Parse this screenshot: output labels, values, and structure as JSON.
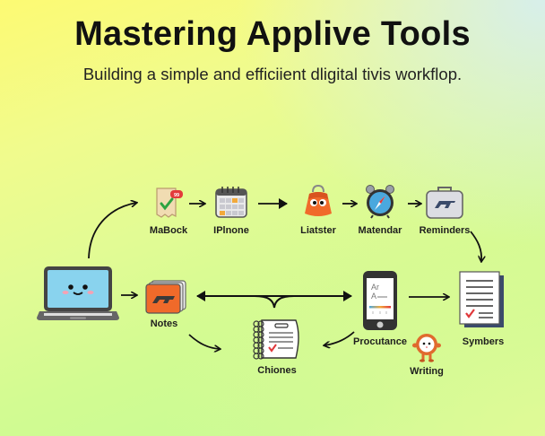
{
  "header": {
    "title": "Mastering Applive Tools",
    "subtitle": "Building a simple and efficiient dligital tivis workflop."
  },
  "nodes": [
    {
      "id": "laptop",
      "label": "",
      "icon": "smiling-laptop-icon"
    },
    {
      "id": "mabock",
      "label": "MaBock",
      "icon": "checked-document-icon"
    },
    {
      "id": "iphone",
      "label": "IPlnone",
      "icon": "calendar-icon"
    },
    {
      "id": "liatster",
      "label": "Liatster",
      "icon": "orange-bag-character-icon"
    },
    {
      "id": "matendar",
      "label": "Matendar",
      "icon": "compass-clock-icon"
    },
    {
      "id": "reminders",
      "label": "Reminders",
      "icon": "briefcase-icon"
    },
    {
      "id": "notes",
      "label": "Notes",
      "icon": "orange-notebook-icon"
    },
    {
      "id": "chiones",
      "label": "Chiones",
      "icon": "spiral-notepad-icon"
    },
    {
      "id": "procutance",
      "label": "Procutance",
      "icon": "smartphone-icon"
    },
    {
      "id": "writing",
      "label": "Writing",
      "icon": "round-character-icon"
    },
    {
      "id": "symbers",
      "label": "Symbers",
      "icon": "document-stack-icon"
    }
  ],
  "colors": {
    "background_start": "#fdfa73",
    "background_end": "#c8fb94",
    "text": "#111111",
    "arrow": "#111111",
    "accent_orange": "#f06a2a",
    "accent_red": "#e0383b",
    "accent_blue": "#4aa8de"
  }
}
